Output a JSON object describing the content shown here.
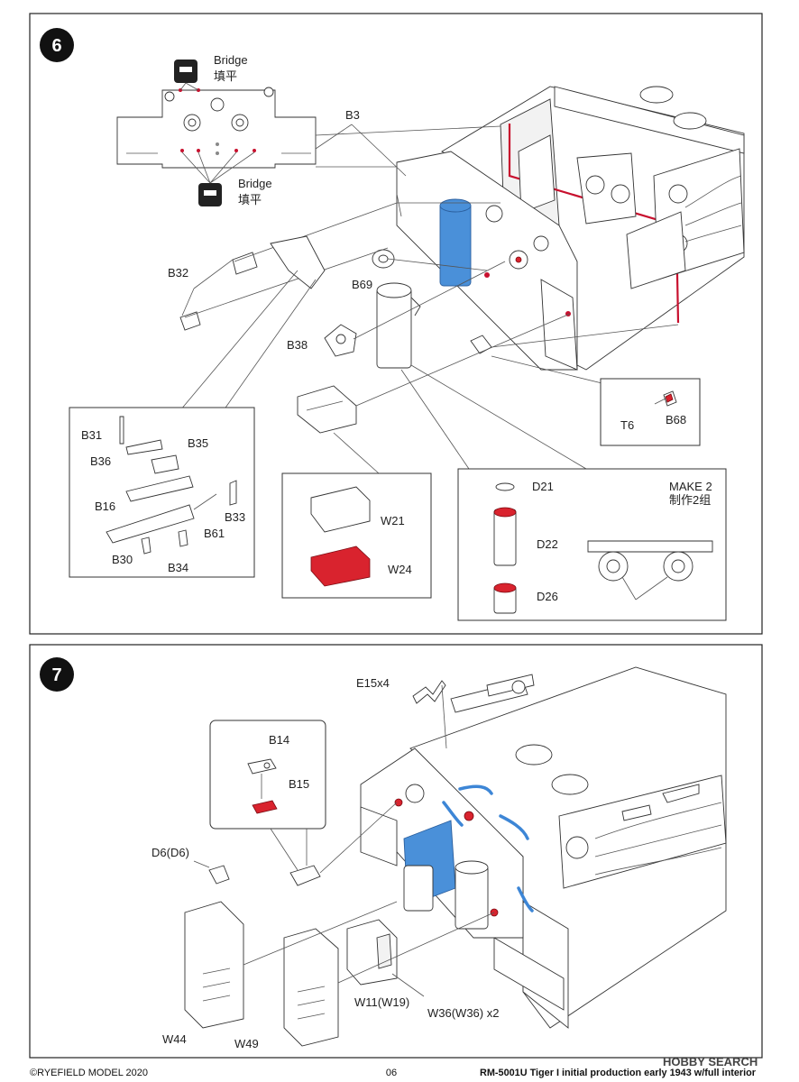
{
  "step6": {
    "number": "6",
    "bridge_top": "Bridge",
    "bridge_top_cn": "填平",
    "bridge_bottom": "Bridge",
    "bridge_bottom_cn": "填平",
    "labels": {
      "b3": "B3",
      "b32": "B32",
      "b69": "B69",
      "b38": "B38",
      "t6": "T6",
      "b68": "B68",
      "b31": "B31",
      "b35": "B35",
      "b36": "B36",
      "b16": "B16",
      "b33": "B33",
      "b61": "B61",
      "b30": "B30",
      "b34": "B34",
      "w21": "W21",
      "w24": "W24",
      "d21": "D21",
      "d22": "D22",
      "d26": "D26",
      "make2": "MAKE 2",
      "make2_cn": "制作2组"
    }
  },
  "step7": {
    "number": "7",
    "labels": {
      "e15": "E15x4",
      "b14": "B14",
      "b15": "B15",
      "d6": "D6(D6)",
      "w44": "W44",
      "w49": "W49",
      "w11": "W11(W19)",
      "w36": "W36(W36)  x2"
    }
  },
  "footer": {
    "copyright": "©RYEFIELD MODEL 2020",
    "page": "06",
    "product": "RM-5001U Tiger I initial production early 1943 w/full interior",
    "watermark": "HOBBY SEARCH"
  },
  "colors": {
    "accent_red": "#d9232e",
    "accent_blue": "#4a90d9"
  }
}
